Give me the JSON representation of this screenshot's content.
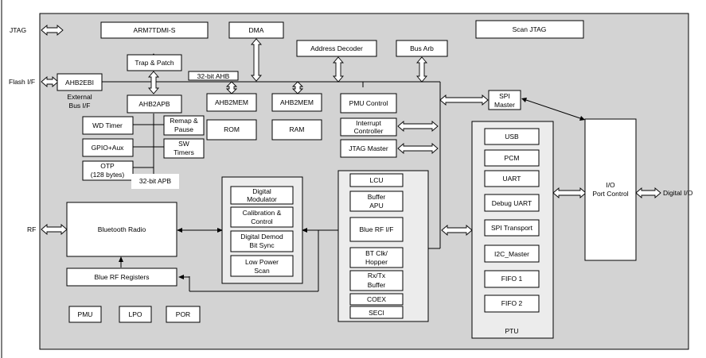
{
  "external_labels": {
    "jtag": "JTAG",
    "flash_if": "Flash I/F",
    "rf": "RF",
    "digital_io": "Digital I/O"
  },
  "blocks": {
    "arm7": "ARM7TDMI-S",
    "dma": "DMA",
    "address_decoder": "Address Decoder",
    "bus_arb": "Bus Arb",
    "scan_jtag": "Scan JTAG",
    "trap_patch": "Trap & Patch",
    "ahb_label": "32-bit AHB",
    "ahb2ebi": "AHB2EBI",
    "external_bus": [
      "External",
      "Bus I/F"
    ],
    "ahb2apb": "AHB2APB",
    "ahb2mem_rom": "AHB2MEM",
    "rom": "ROM",
    "ahb2mem_ram": "AHB2MEM",
    "ram": "RAM",
    "pmu_control": "PMU Control",
    "interrupt_controller": [
      "Interrupt",
      "Controller"
    ],
    "jtag_master": "JTAG Master",
    "spi_master": [
      "SPI",
      "Master"
    ],
    "wd_timer": "WD Timer",
    "remap_pause": [
      "Remap &",
      "Pause"
    ],
    "gpio_aux": "GPIO+Aux",
    "sw_timers": [
      "SW",
      "Timers"
    ],
    "otp": [
      "OTP",
      "(128 bytes)"
    ],
    "apb_label": "32-bit APB",
    "bluetooth_radio": "Bluetooth Radio",
    "blue_rf_registers": "Blue RF Registers",
    "digital_modulator": [
      "Digital",
      "Modulator"
    ],
    "calibration_control": [
      "Calibration &",
      "Control"
    ],
    "digital_demod": [
      "Digital Demod",
      "Bit Sync"
    ],
    "low_power_scan": [
      "Low Power",
      "Scan"
    ],
    "lcu": "LCU",
    "buffer_apu": [
      "Buffer",
      "APU"
    ],
    "blue_rf_if": "Blue RF I/F",
    "bt_clk_hopper": [
      "BT Clk/",
      "Hopper"
    ],
    "rx_tx_buffer": [
      "Rx/Tx",
      "Buffer"
    ],
    "coex": "COEX",
    "seci": "SECI",
    "usb": "USB",
    "pcm": "PCM",
    "uart": "UART",
    "debug_uart": "Debug UART",
    "spi_transport": "SPI Transport",
    "i2c_master": "I2C_Master",
    "fifo1": "FIFO 1",
    "fifo2": "FIFO 2",
    "ptu": "PTU",
    "io_port_control": [
      "I/O",
      "Port Control"
    ],
    "pmu": "PMU",
    "lpo": "LPO",
    "por": "POR"
  }
}
